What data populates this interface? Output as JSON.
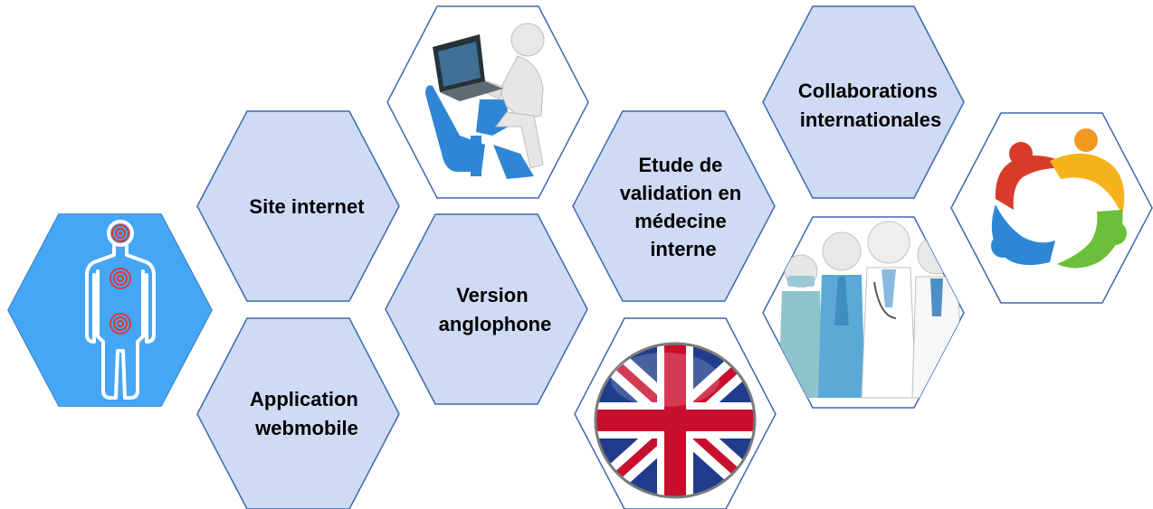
{
  "colors": {
    "hex_fill": "#cfdbf5",
    "hex_border": "#3d68b3",
    "body_panel": "#3b9cf0",
    "flag_blue": "#1f3d8c",
    "flag_red": "#c8102e"
  },
  "hexagons": {
    "site": {
      "label_lines": [
        "Site internet"
      ]
    },
    "app": {
      "label_lines": [
        "Application",
        "webmobile"
      ]
    },
    "version": {
      "label_lines": [
        "Version",
        "anglophone"
      ]
    },
    "etude": {
      "label_lines": [
        "Etude de",
        "validation en",
        "médecine",
        "interne"
      ]
    },
    "collab": {
      "label_lines": [
        "Collaborations",
        "internationales"
      ]
    }
  },
  "images": {
    "body": {
      "icon": "human-body-pain-points-icon"
    },
    "laptop": {
      "icon": "person-with-laptop-icon"
    },
    "flag": {
      "icon": "uk-flag-icon"
    },
    "doctors": {
      "icon": "medical-team-icon"
    },
    "collab": {
      "icon": "people-circle-collaboration-icon"
    }
  }
}
